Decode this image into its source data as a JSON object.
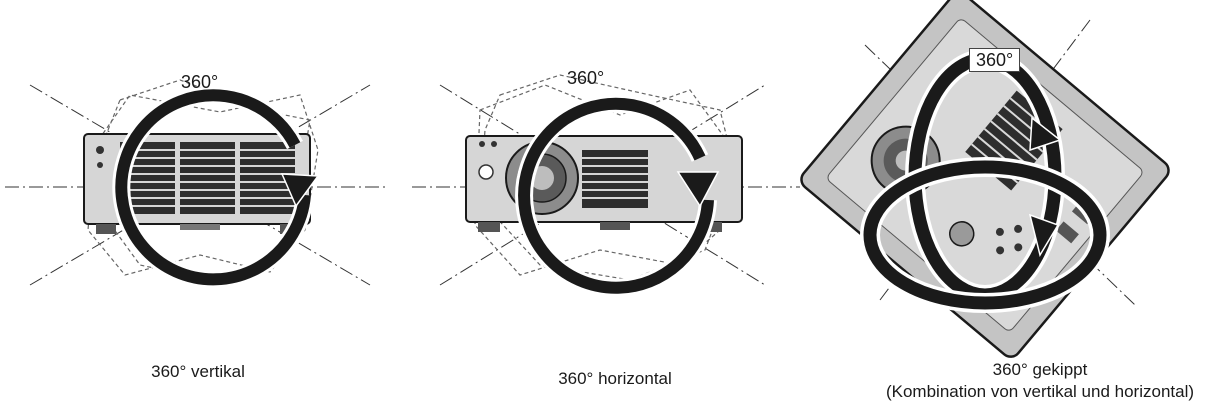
{
  "panels": [
    {
      "id": "vertical",
      "angle_label": "360°",
      "caption_line1": "360° vertikal",
      "caption_line2": ""
    },
    {
      "id": "horizontal",
      "angle_label": "360°",
      "caption_line1": "360° horizontal",
      "caption_line2": ""
    },
    {
      "id": "tilted",
      "angle_label": "360°",
      "caption_line1": "360° gekippt",
      "caption_line2": "(Kombination von vertikal und horizontal)"
    }
  ],
  "colors": {
    "line": "#1a1a1a",
    "projector_fill": "#bfbfbf",
    "projector_light": "#d9d9d9",
    "projector_dark": "#333333",
    "dashed": "#555555"
  },
  "icons": [
    "rotation-arrow-icon",
    "projector-icon",
    "dashed-outline-icon"
  ]
}
